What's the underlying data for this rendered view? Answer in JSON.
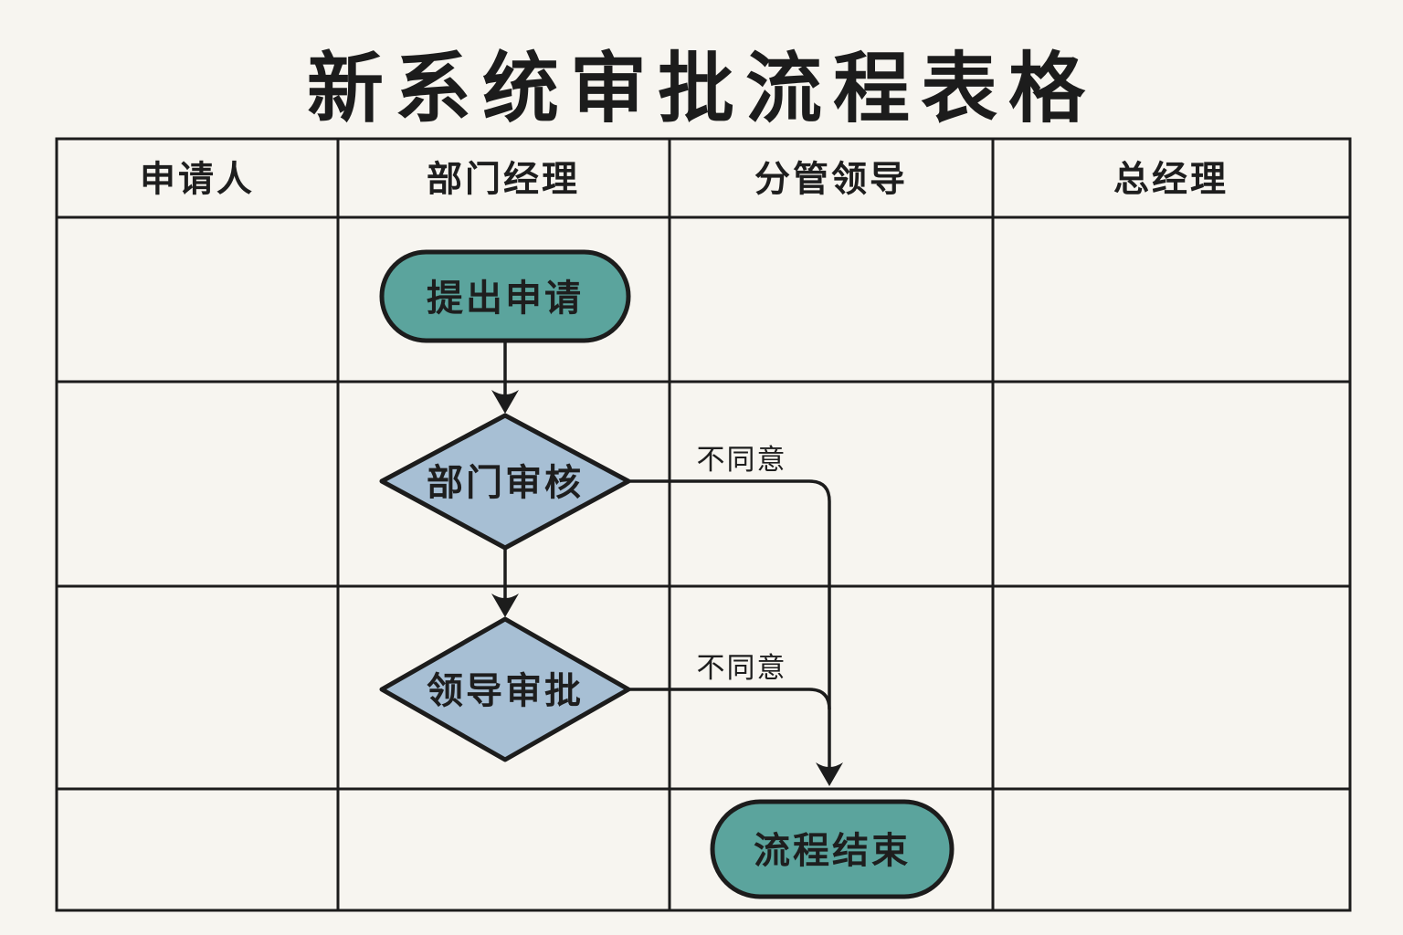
{
  "page": {
    "title": "新系统审批流程表格"
  },
  "table": {
    "headers": [
      "申请人",
      "部门经理",
      "分管领导",
      "总经理"
    ]
  },
  "flowchart": {
    "start_label": "提出申请",
    "dept_review_label": "部门审核",
    "leader_approval_label": "领导审批",
    "end_label": "流程结束",
    "disagree_label_1": "不同意",
    "disagree_label_2": "不同意"
  },
  "colors": {
    "background": "#f7f5f0",
    "terminal_fill": "#5ba49d",
    "decision_fill": "#a7bfd4",
    "line": "#1c1c1c",
    "text": "#1e1e1e"
  }
}
